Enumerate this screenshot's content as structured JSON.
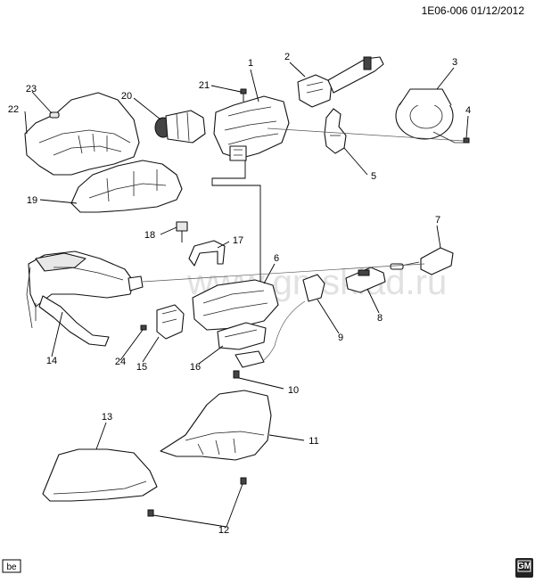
{
  "header": {
    "code": "1E06-006 01/12/2012"
  },
  "watermark": "www.gmsklad.ru",
  "corner_tag": "be",
  "logo": "GM",
  "callouts": [
    {
      "id": "c1",
      "label": "1"
    },
    {
      "id": "c2",
      "label": "2"
    },
    {
      "id": "c3",
      "label": "3"
    },
    {
      "id": "c4",
      "label": "4"
    },
    {
      "id": "c5",
      "label": "5"
    },
    {
      "id": "c6",
      "label": "6"
    },
    {
      "id": "c7",
      "label": "7"
    },
    {
      "id": "c8",
      "label": "8"
    },
    {
      "id": "c9",
      "label": "9"
    },
    {
      "id": "c10",
      "label": "10"
    },
    {
      "id": "c11",
      "label": "11"
    },
    {
      "id": "c12",
      "label": "12"
    },
    {
      "id": "c13",
      "label": "13"
    },
    {
      "id": "c14",
      "label": "14"
    },
    {
      "id": "c15",
      "label": "15"
    },
    {
      "id": "c16",
      "label": "16"
    },
    {
      "id": "c17",
      "label": "17"
    },
    {
      "id": "c18",
      "label": "18"
    },
    {
      "id": "c19",
      "label": "19"
    },
    {
      "id": "c20",
      "label": "20"
    },
    {
      "id": "c21",
      "label": "21"
    },
    {
      "id": "c22",
      "label": "22"
    },
    {
      "id": "c23",
      "label": "23"
    },
    {
      "id": "c24",
      "label": "24"
    }
  ]
}
